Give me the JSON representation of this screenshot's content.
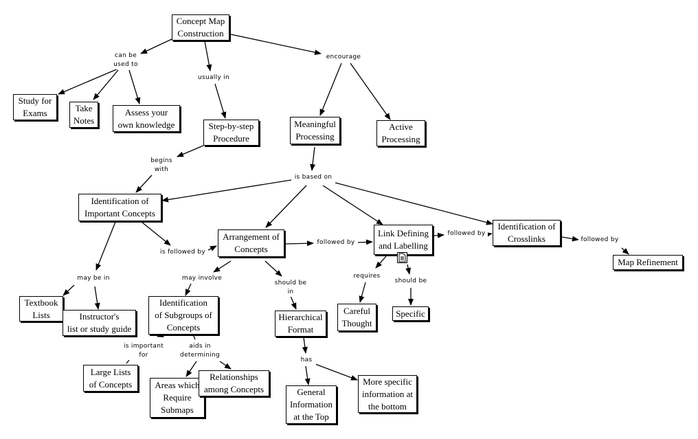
{
  "concept_map": {
    "nodes": {
      "construction": "Concept Map\nConstruction",
      "study": "Study for\nExams",
      "notes": "Take\nNotes",
      "assess": "Assess your\nown knowledge",
      "stepbystep": "Step-by-step\nProcedure",
      "meaningful": "Meaningful\nProcessing",
      "active": "Active\nProcessing",
      "identification": "Identification of\nImportant Concepts",
      "arrangement": "Arrangement of\nConcepts",
      "linkdef": "Link Defining\nand Labelling",
      "crosslinks": "Identification of\nCrosslinks",
      "refinement": "Map Refinement",
      "textbook": "Textbook\nLists",
      "instructor": "Instructor's\nlist or study guide",
      "subgroups": "Identification\nof Subgroups of\nConcepts",
      "hierarchical": "Hierarchical\nFormat",
      "careful": "Careful\nThought",
      "specific": "Specific",
      "largelists": "Large Lists\nof Concepts",
      "areas": "Areas which\nRequire\nSubmaps",
      "relationships": "Relationships\namong Concepts",
      "general": "General\nInformation\nat the Top",
      "morespecific": "More specific\ninformation at\nthe bottom"
    },
    "links": {
      "can_be_used_to": "can be\nused to",
      "usually_in": "usually in",
      "encourage": "encourage",
      "begins_with": "begins\nwith",
      "is_based_on": "is based on",
      "is_followed_by": "is followed by",
      "followed_by_1": "followed by",
      "followed_by_2": "followed by",
      "followed_by_3": "followed by",
      "may_be_in": "may be in",
      "may_involve": "may involve",
      "should_be_in": "should be\nin",
      "requires": "requires",
      "should_be": "should be",
      "is_important_for": "is important\nfor",
      "aids_in_determining": "aids in\ndetermining",
      "has": "has"
    }
  }
}
